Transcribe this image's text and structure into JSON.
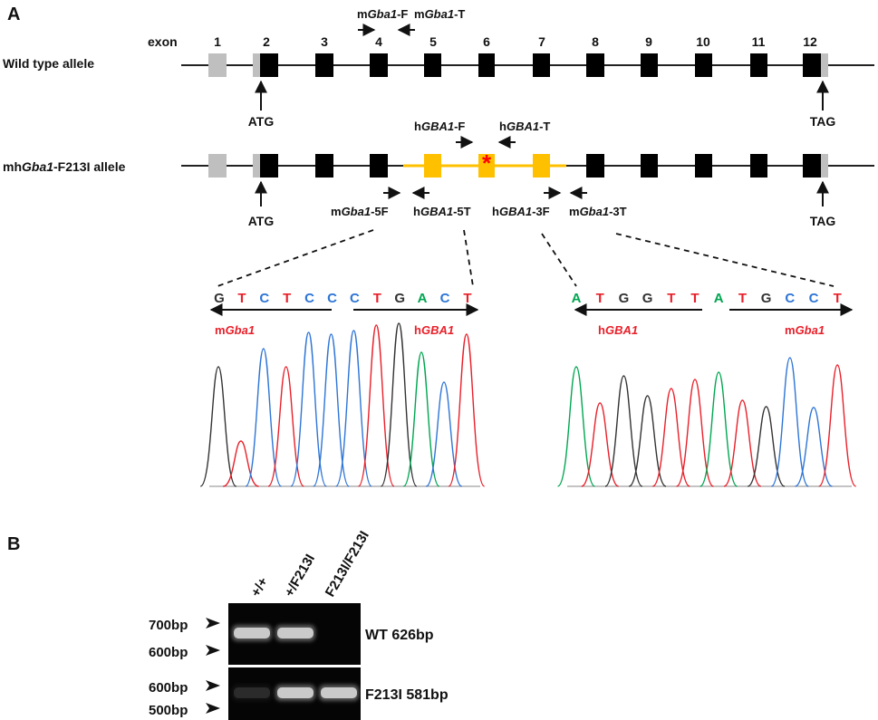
{
  "panel_a": {
    "label": "A"
  },
  "panel_b": {
    "label": "B"
  },
  "exon_header": "exon",
  "exon_numbers": [
    "1",
    "2",
    "3",
    "4",
    "5",
    "6",
    "7",
    "8",
    "9",
    "10",
    "11",
    "12"
  ],
  "wild_type": {
    "label": "Wild type allele",
    "primer_f": {
      "prefix": "m",
      "italic": "Gba1",
      "suffix": "-F"
    },
    "primer_t": {
      "prefix": "m",
      "italic": "Gba1",
      "suffix": "-T"
    },
    "start_codon": "ATG",
    "stop_codon": "TAG"
  },
  "mutant": {
    "label_prefix": "mh",
    "label_italic": "Gba1",
    "label_suffix": "-F213I allele",
    "primer_hf": {
      "prefix": "h",
      "italic": "GBA1",
      "suffix": "-F"
    },
    "primer_ht": {
      "prefix": "h",
      "italic": "GBA1",
      "suffix": "-T"
    },
    "mutation_mark": "*",
    "start_codon": "ATG",
    "stop_codon": "TAG",
    "junction_primers": [
      {
        "prefix": "m",
        "italic": "Gba1",
        "suffix": "-5F"
      },
      {
        "prefix": "h",
        "italic": "GBA1",
        "suffix": "-5T"
      },
      {
        "prefix": "h",
        "italic": "GBA1",
        "suffix": "-3F"
      },
      {
        "prefix": "m",
        "italic": "Gba1",
        "suffix": "-3T"
      }
    ]
  },
  "sequence_5prime": {
    "bases": [
      "G",
      "T",
      "C",
      "T",
      "C",
      "C",
      "C",
      "T",
      "G",
      "A",
      "C",
      "T"
    ],
    "left_label": {
      "prefix": "m",
      "italic": "Gba1"
    },
    "right_label": {
      "prefix": "h",
      "italic": "GBA1"
    }
  },
  "sequence_3prime": {
    "bases": [
      "A",
      "T",
      "G",
      "G",
      "T",
      "T",
      "A",
      "T",
      "G",
      "C",
      "C",
      "T"
    ],
    "left_label": {
      "prefix": "h",
      "italic": "GBA1"
    },
    "right_label": {
      "prefix": "m",
      "italic": "Gba1"
    }
  },
  "colors": {
    "exon_human": "#ffc000",
    "exon_mouse": "#000000",
    "utr": "#bfbfbf",
    "mutation": "#ff0000",
    "base_A": "#00a651",
    "base_C": "#2e75d6",
    "base_G": "#333333",
    "base_T": "#e8202a",
    "species_label": "#e8202a"
  },
  "gel": {
    "lanes": [
      "+/+",
      "+/F213I",
      "F213I/F213I"
    ],
    "top": {
      "markers": [
        "700bp",
        "600bp"
      ],
      "label": "WT 626bp",
      "band_intensity": [
        1,
        1,
        0
      ]
    },
    "bottom": {
      "markers": [
        "600bp",
        "500bp"
      ],
      "label": "F213I 581bp",
      "band_intensity": [
        0.15,
        1,
        1
      ]
    }
  }
}
